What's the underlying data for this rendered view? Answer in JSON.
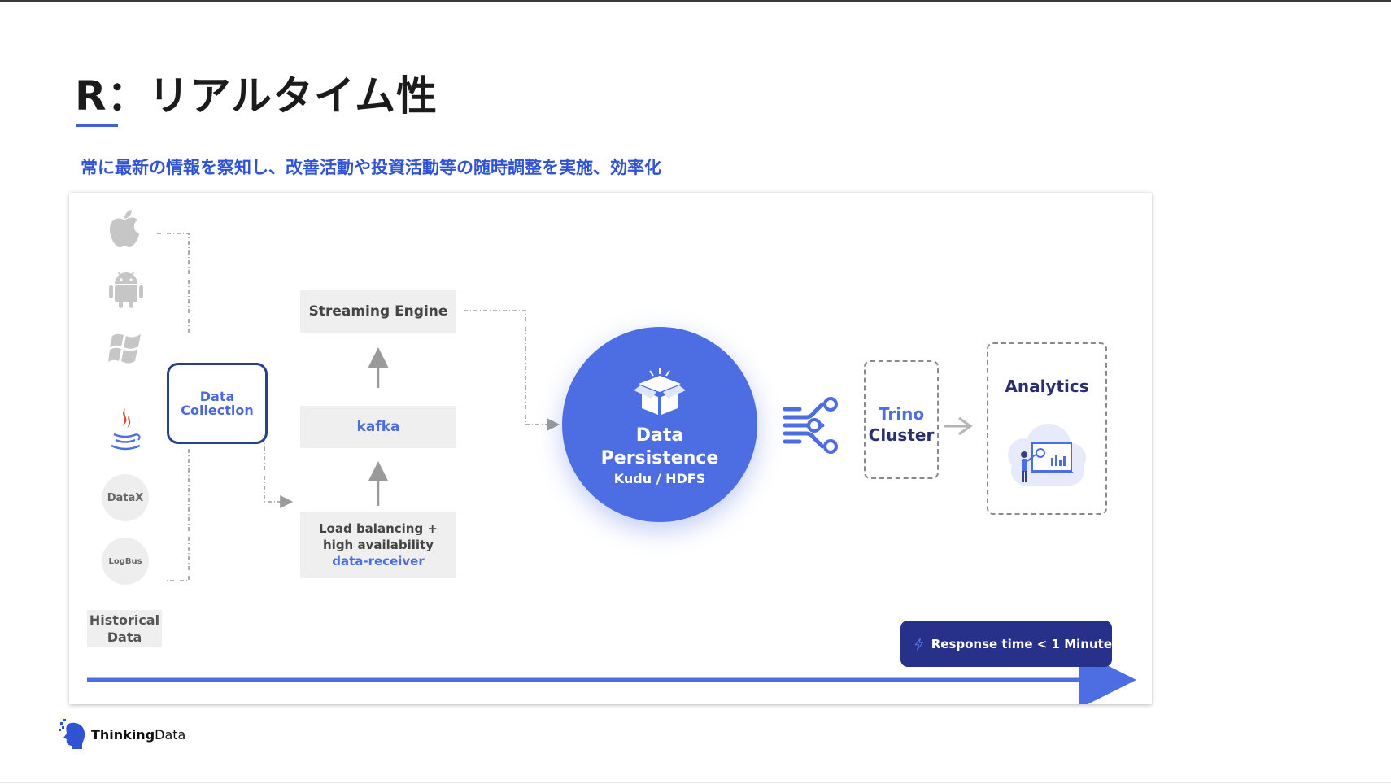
{
  "slide": {
    "title": "R：リアルタイム性",
    "subtitle": "常に最新の情報を察知し、改善活動や投資活動等の随時調整を実施、効率化"
  },
  "sources": {
    "icons": [
      "apple-icon",
      "android-icon",
      "windows-icon",
      "java-icon"
    ],
    "datax_label": "DataX",
    "logbus_label": "LogBus",
    "historical_line1": "Historical",
    "historical_line2": "Data"
  },
  "data_collection": {
    "line1": "Data",
    "line2": "Collection"
  },
  "pipeline": {
    "streaming_engine": "Streaming Engine",
    "kafka": "kafka",
    "receiver_line1": "Load balancing +",
    "receiver_line2": "high availability",
    "receiver_line3": "data-receiver"
  },
  "persistence": {
    "line1": "Data",
    "line2": "Persistence",
    "sub": "Kudu / HDFS"
  },
  "trino": {
    "line1": "Trino",
    "line2": "Cluster"
  },
  "analytics": {
    "label": "Analytics"
  },
  "badge": {
    "text": "Response time < 1 Minute"
  },
  "logo": {
    "bold_part": "Thinking",
    "light_part": "Data"
  },
  "colors": {
    "accent_blue": "#4d6de3",
    "navy": "#27318a",
    "subtitle_blue": "#2f52d6"
  }
}
